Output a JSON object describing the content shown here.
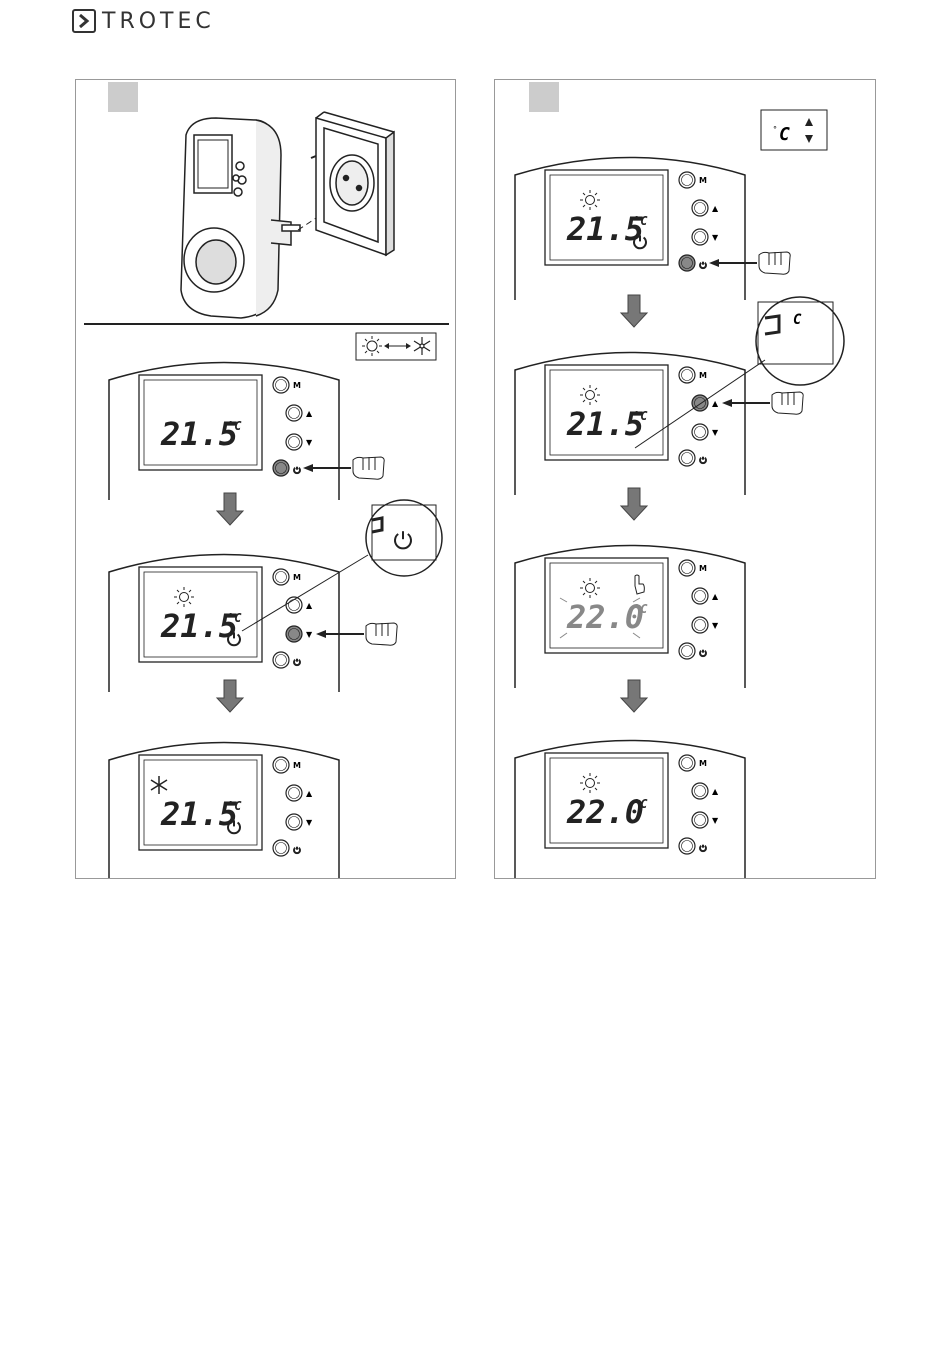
{
  "brand": {
    "name": "TROTEC"
  },
  "panels": [
    {
      "number_badge": "",
      "mode_legend": {
        "icon_left": "sun-icon",
        "icon_right": "snowflake-icon"
      },
      "steps": [
        {
          "temp": "21.5",
          "unit": "°C",
          "mode_icon": "",
          "power_icon": false,
          "pressed": "power"
        },
        {
          "temp": "21.5",
          "unit": "°C",
          "mode_icon": "sun-icon",
          "power_icon": true,
          "pressed": "down"
        },
        {
          "temp": "21.5",
          "unit": "°C",
          "mode_icon": "snowflake-icon",
          "power_icon": true,
          "pressed": ""
        }
      ]
    },
    {
      "number_badge": "",
      "unit_legend": {
        "unit": "°C",
        "up": "▲",
        "down": "▼"
      },
      "steps": [
        {
          "temp": "21.5",
          "unit": "°C",
          "mode_icon": "sun-icon",
          "power_icon": true,
          "pressed": "power"
        },
        {
          "temp": "21.5",
          "unit": "°C",
          "mode_icon": "sun-icon",
          "power_icon": false,
          "pressed": "up"
        },
        {
          "temp": "22.0",
          "unit": "°C",
          "mode_icon": "sun-icon",
          "power_icon": false,
          "pressed": "",
          "blinking": true
        },
        {
          "temp": "22.0",
          "unit": "°C",
          "mode_icon": "sun-icon",
          "power_icon": false,
          "pressed": ""
        }
      ]
    }
  ],
  "buttons": {
    "mode": "M",
    "up": "▲",
    "down": "▼",
    "power": "⏻"
  }
}
